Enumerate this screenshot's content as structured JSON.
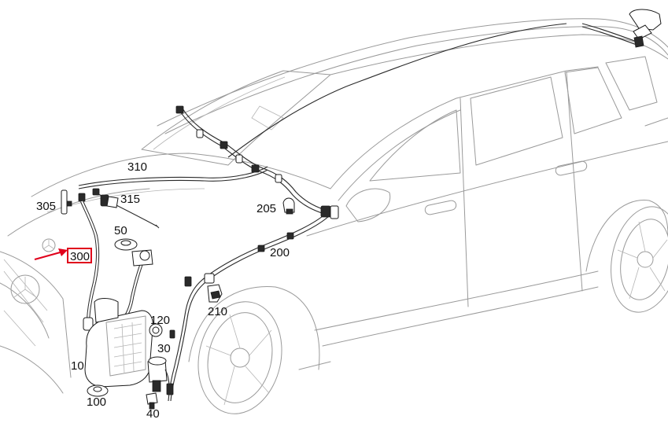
{
  "diagram": {
    "highlight_color": "#e0001b",
    "highlighted_part": "300",
    "callouts": [
      {
        "id": "c10",
        "label": "10"
      },
      {
        "id": "c30",
        "label": "30"
      },
      {
        "id": "c40",
        "label": "40"
      },
      {
        "id": "c50",
        "label": "50"
      },
      {
        "id": "c100",
        "label": "100"
      },
      {
        "id": "c120",
        "label": "120"
      },
      {
        "id": "c200",
        "label": "200"
      },
      {
        "id": "c205",
        "label": "205"
      },
      {
        "id": "c210",
        "label": "210"
      },
      {
        "id": "c300",
        "label": "300"
      },
      {
        "id": "c305",
        "label": "305"
      },
      {
        "id": "c310",
        "label": "310"
      },
      {
        "id": "c315",
        "label": "315"
      }
    ]
  }
}
